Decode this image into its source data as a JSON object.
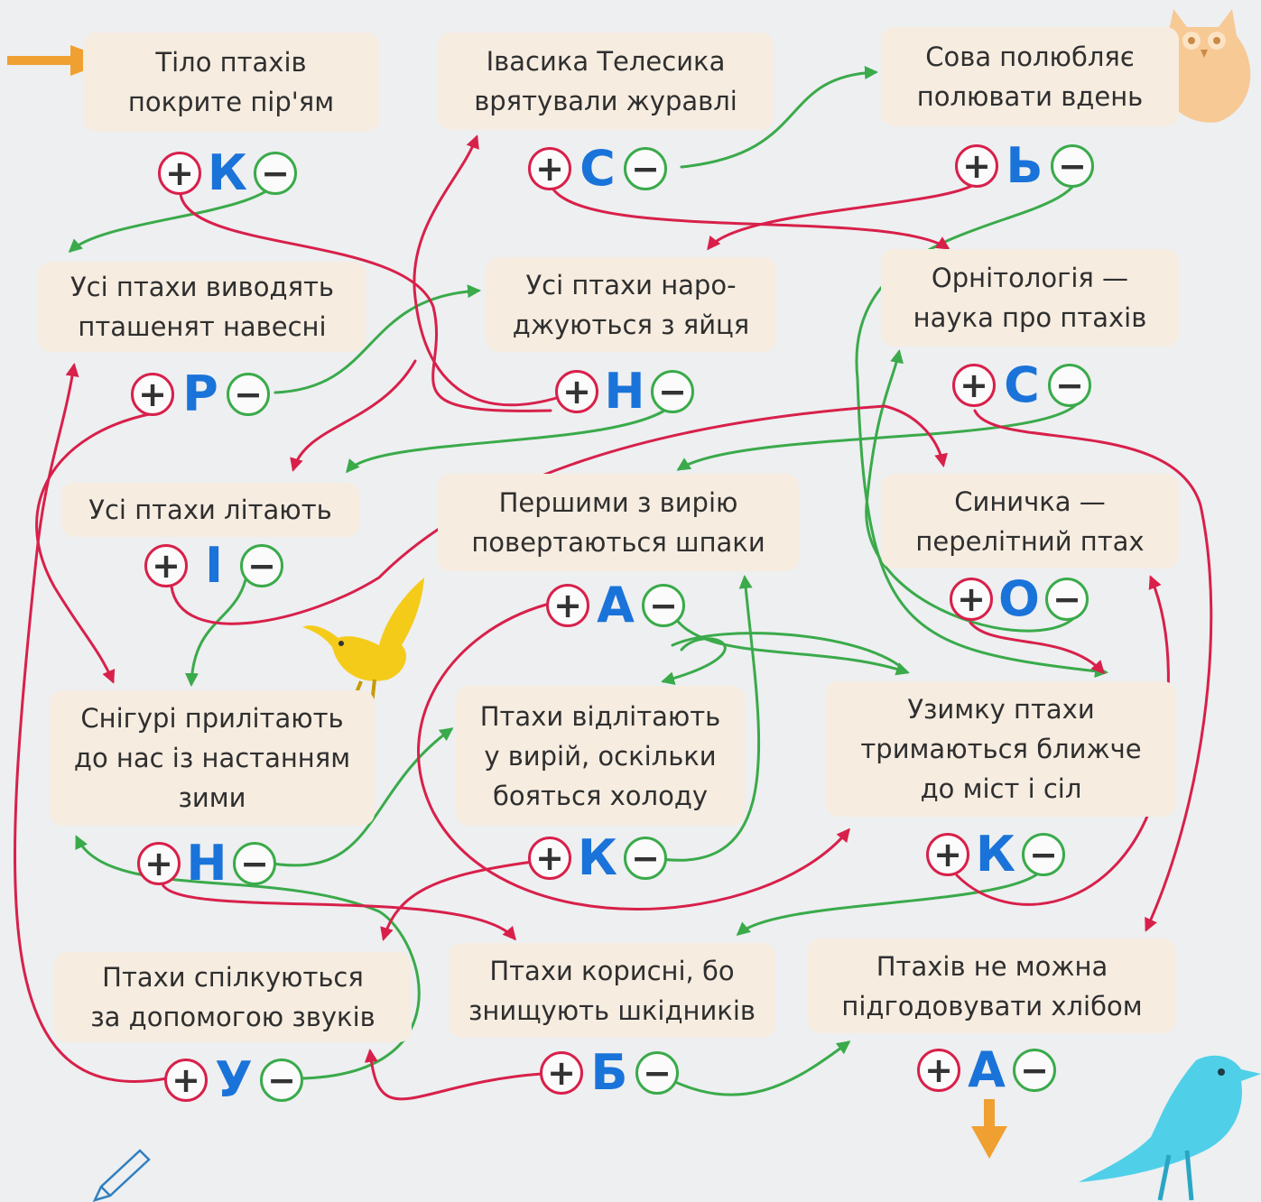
{
  "statements": [
    {
      "id": "s1",
      "text": "Тіло птахів\nпокрите пір'ям",
      "letter": "К"
    },
    {
      "id": "s2",
      "text": "Івасика Телесика\nврятували журавлі",
      "letter": "С"
    },
    {
      "id": "s3",
      "text": "Сова полюбляє\nполювати вдень",
      "letter": "Ь"
    },
    {
      "id": "s4",
      "text": "Усі птахи виводять\nпташенят навесні",
      "letter": "Р"
    },
    {
      "id": "s5",
      "text": "Усі птахи наро-\nджуються з яйця",
      "letter": "Н"
    },
    {
      "id": "s6",
      "text": "Орнітологія —\nнаука про птахів",
      "letter": "С"
    },
    {
      "id": "s7",
      "text": "Усі птахи літають",
      "letter": "І"
    },
    {
      "id": "s8",
      "text": "Першими з вирію\nповертаються шпаки",
      "letter": "А"
    },
    {
      "id": "s9",
      "text": "Синичка —\nперелітний птах",
      "letter": "О"
    },
    {
      "id": "s10",
      "text": "Снігурі прилітають\nдо нас із настанням\nзими",
      "letter": "Н"
    },
    {
      "id": "s11",
      "text": "Птахи відлітають\nу вирій, оскільки\nбояться холоду",
      "letter": "К"
    },
    {
      "id": "s12",
      "text": "Узимку птахи\nтримаються ближче\nдо міст і сіл",
      "letter": "К"
    },
    {
      "id": "s13",
      "text": "Птахи спілкуються\nза допомогою звуків",
      "letter": "У"
    },
    {
      "id": "s14",
      "text": "Птахи корисні, бо\nзнищують шкідників",
      "letter": "Б"
    },
    {
      "id": "s15",
      "text": "Птахів не можна\nпідгодовувати хлібом",
      "letter": "А"
    }
  ],
  "plus_symbol": "+",
  "minus_symbol": "−",
  "colors": {
    "true_path": "#d8204a",
    "false_path": "#3aaa4a",
    "letter": "#1a73d9",
    "card": "#f6ece0",
    "start_arrow": "#f0a030"
  },
  "decorations": [
    "start-arrow-icon",
    "owl-icon",
    "bird-yellow-icon",
    "crow-icon",
    "pencil-icon",
    "end-arrow-icon"
  ]
}
